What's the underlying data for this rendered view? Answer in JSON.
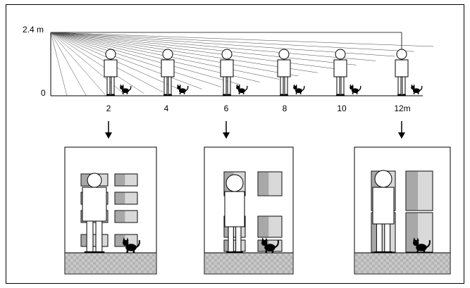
{
  "diagram": {
    "height_label_top": "2.4 m",
    "height_label_bottom": "0",
    "distance_ticks": [
      "2",
      "4",
      "6",
      "8",
      "10",
      "12m"
    ],
    "panels": [
      {
        "distance": "2"
      },
      {
        "distance": "6"
      },
      {
        "distance": "12m"
      }
    ]
  },
  "colors": {
    "tile_light": "#d9d9d9",
    "tile_mid": "#a0a0a0",
    "tile_dark": "#8c8c8c",
    "floor": "#bdbdbd",
    "line": "#000000"
  }
}
